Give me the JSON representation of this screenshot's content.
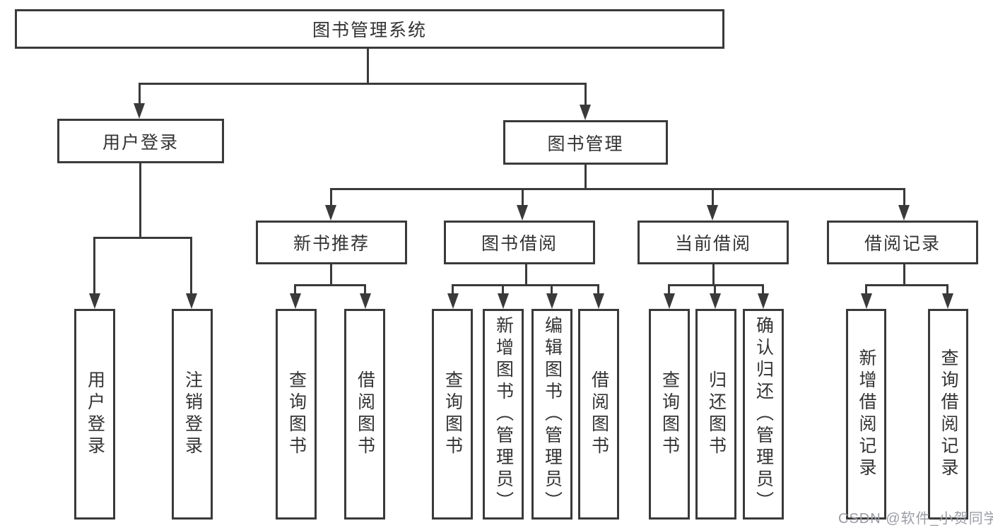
{
  "colors": {
    "line": "#3a3a3a",
    "text": "#333333",
    "watermark": "#9b9da5",
    "background": "#ffffff"
  },
  "tree": {
    "root": "图书管理系统",
    "login": {
      "label": "用户登录",
      "children": [
        "用户登录",
        "注销登录"
      ]
    },
    "mgmt": {
      "label": "图书管理",
      "groups": [
        {
          "label": "新书推荐",
          "children": [
            "查询图书",
            "借阅图书"
          ]
        },
        {
          "label": "图书借阅",
          "children": [
            "查询图书",
            "新增图书（管理员）",
            "编辑图书（管理员）",
            "借阅图书"
          ]
        },
        {
          "label": "当前借阅",
          "children": [
            "查询图书",
            "归还图书",
            "确认归还（管理员）"
          ]
        },
        {
          "label": "借阅记录",
          "children": [
            "新增借阅记录",
            "查询借阅记录"
          ]
        }
      ]
    }
  },
  "watermark": {
    "text": "CSDN @软件_小贺同学"
  }
}
